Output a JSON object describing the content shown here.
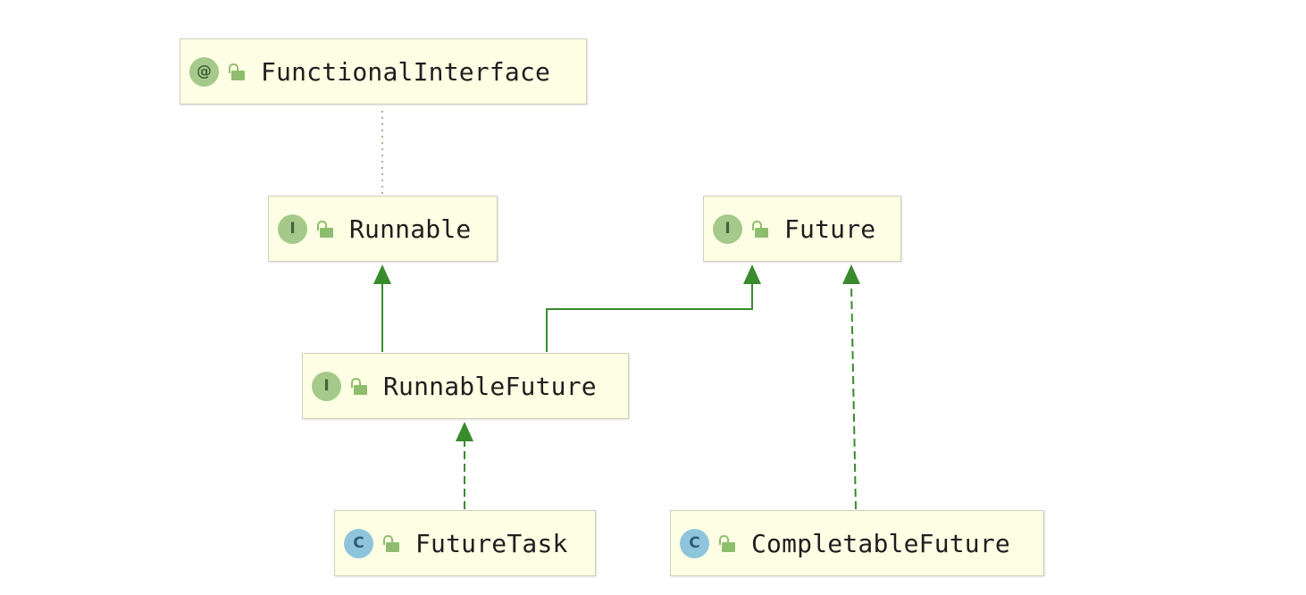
{
  "diagram": {
    "nodes": [
      {
        "id": "functional-interface",
        "label": "FunctionalInterface",
        "kind": "annotation",
        "kind_glyph": "@"
      },
      {
        "id": "runnable",
        "label": "Runnable",
        "kind": "interface",
        "kind_glyph": "I"
      },
      {
        "id": "future",
        "label": "Future",
        "kind": "interface",
        "kind_glyph": "I"
      },
      {
        "id": "runnable-future",
        "label": "RunnableFuture",
        "kind": "interface",
        "kind_glyph": "I"
      },
      {
        "id": "future-task",
        "label": "FutureTask",
        "kind": "class",
        "kind_glyph": "C"
      },
      {
        "id": "completable-future",
        "label": "CompletableFuture",
        "kind": "class",
        "kind_glyph": "C"
      }
    ],
    "edges": [
      {
        "from": "runnable",
        "to": "functional-interface",
        "type": "annotated-by"
      },
      {
        "from": "runnable-future",
        "to": "runnable",
        "type": "extends"
      },
      {
        "from": "runnable-future",
        "to": "future",
        "type": "extends"
      },
      {
        "from": "future-task",
        "to": "runnable-future",
        "type": "implements"
      },
      {
        "from": "completable-future",
        "to": "future",
        "type": "implements"
      }
    ],
    "colors": {
      "node_fill": "#fefee4",
      "node_border": "#cfcfbc",
      "edge": "#3a8a2e",
      "annotation_edge": "#b6a98f",
      "interface_icon": "#a5c98a",
      "class_icon": "#8fc5dc",
      "access_icon": "#8fbd6e"
    }
  }
}
